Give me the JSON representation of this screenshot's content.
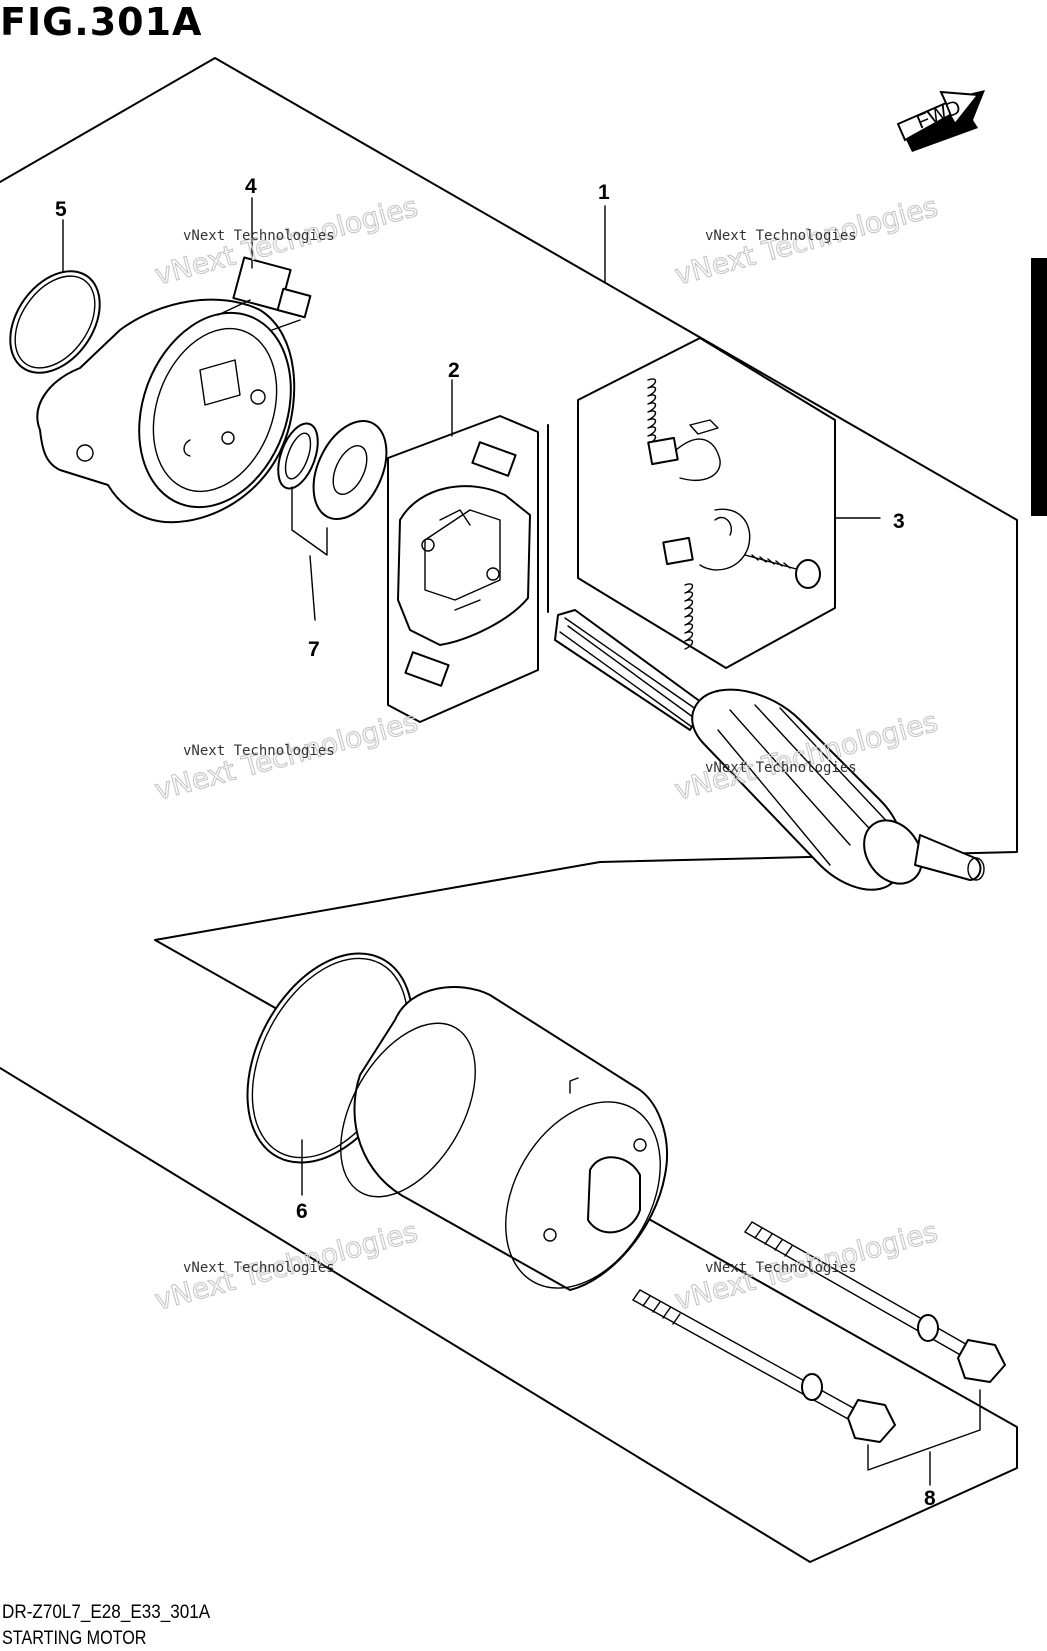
{
  "figure": {
    "title": "FIG.301A",
    "code": "DR-Z70L7_E28_E33_301A",
    "name": "STARTING MOTOR",
    "fwd_label": "FWD"
  },
  "watermark": {
    "line1": "vNext Technologies",
    "line2": "vNext Technologies"
  },
  "callouts": [
    {
      "number": "1",
      "part": "starting motor assembly"
    },
    {
      "number": "2",
      "part": "brush holder set"
    },
    {
      "number": "3",
      "part": "brush set"
    },
    {
      "number": "4",
      "part": "terminal / housing end"
    },
    {
      "number": "5",
      "part": "o-ring"
    },
    {
      "number": "6",
      "part": "o-ring"
    },
    {
      "number": "7",
      "part": "washer set"
    },
    {
      "number": "8",
      "part": "bolts"
    }
  ]
}
